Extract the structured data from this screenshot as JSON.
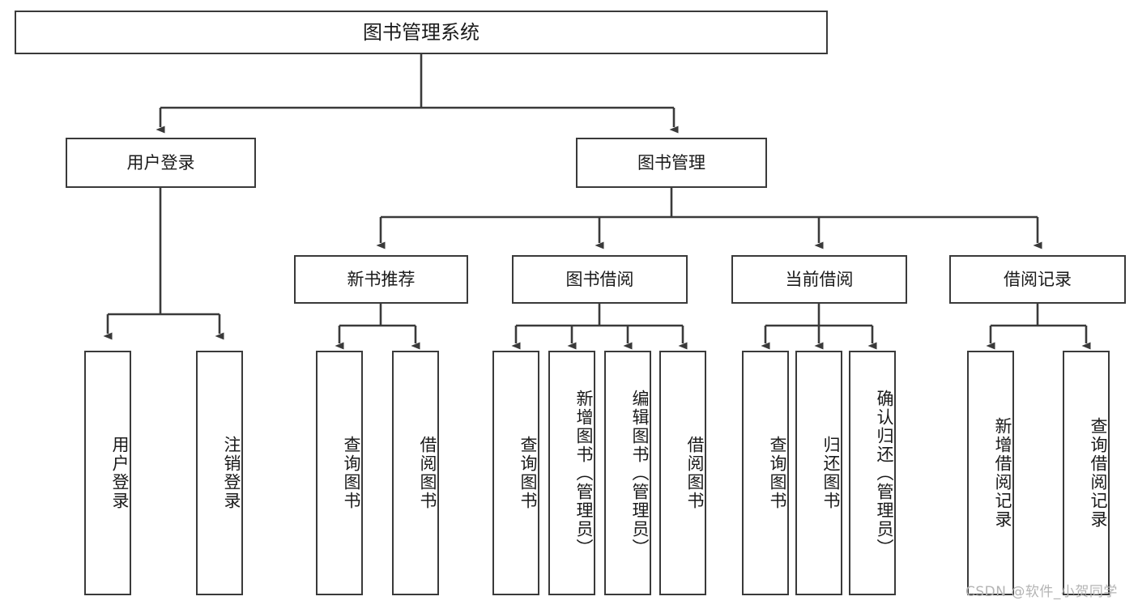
{
  "diagram": {
    "title": "图书管理系统",
    "type": "hierarchy-tree",
    "root": {
      "label": "图书管理系统"
    },
    "level2": [
      {
        "label": "用户登录"
      },
      {
        "label": "图书管理"
      }
    ],
    "level3": [
      {
        "label": "新书推荐"
      },
      {
        "label": "图书借阅"
      },
      {
        "label": "当前借阅"
      },
      {
        "label": "借阅记录"
      }
    ],
    "leaves": {
      "user_login": [
        {
          "label": "用户登录"
        },
        {
          "label": "注销登录"
        }
      ],
      "new_book_recommend": [
        {
          "label": "查询图书"
        },
        {
          "label": "借阅图书"
        }
      ],
      "book_borrow": [
        {
          "label": "查询图书"
        },
        {
          "label": "新增图书（管理员）"
        },
        {
          "label": "编辑图书（管理员）"
        },
        {
          "label": "借阅图书"
        }
      ],
      "current_borrow": [
        {
          "label": "查询图书"
        },
        {
          "label": "归还图书"
        },
        {
          "label": "确认归还（管理员）"
        }
      ],
      "borrow_record": [
        {
          "label": "新增借阅记录"
        },
        {
          "label": "查询借阅记录"
        }
      ]
    }
  },
  "watermark": {
    "text": "CSDN @软件_小贺同学"
  },
  "colors": {
    "stroke": "#3a3a3a",
    "fill": "#ffffff",
    "text": "#1a1a1a",
    "watermark": "#b4b4b4"
  }
}
